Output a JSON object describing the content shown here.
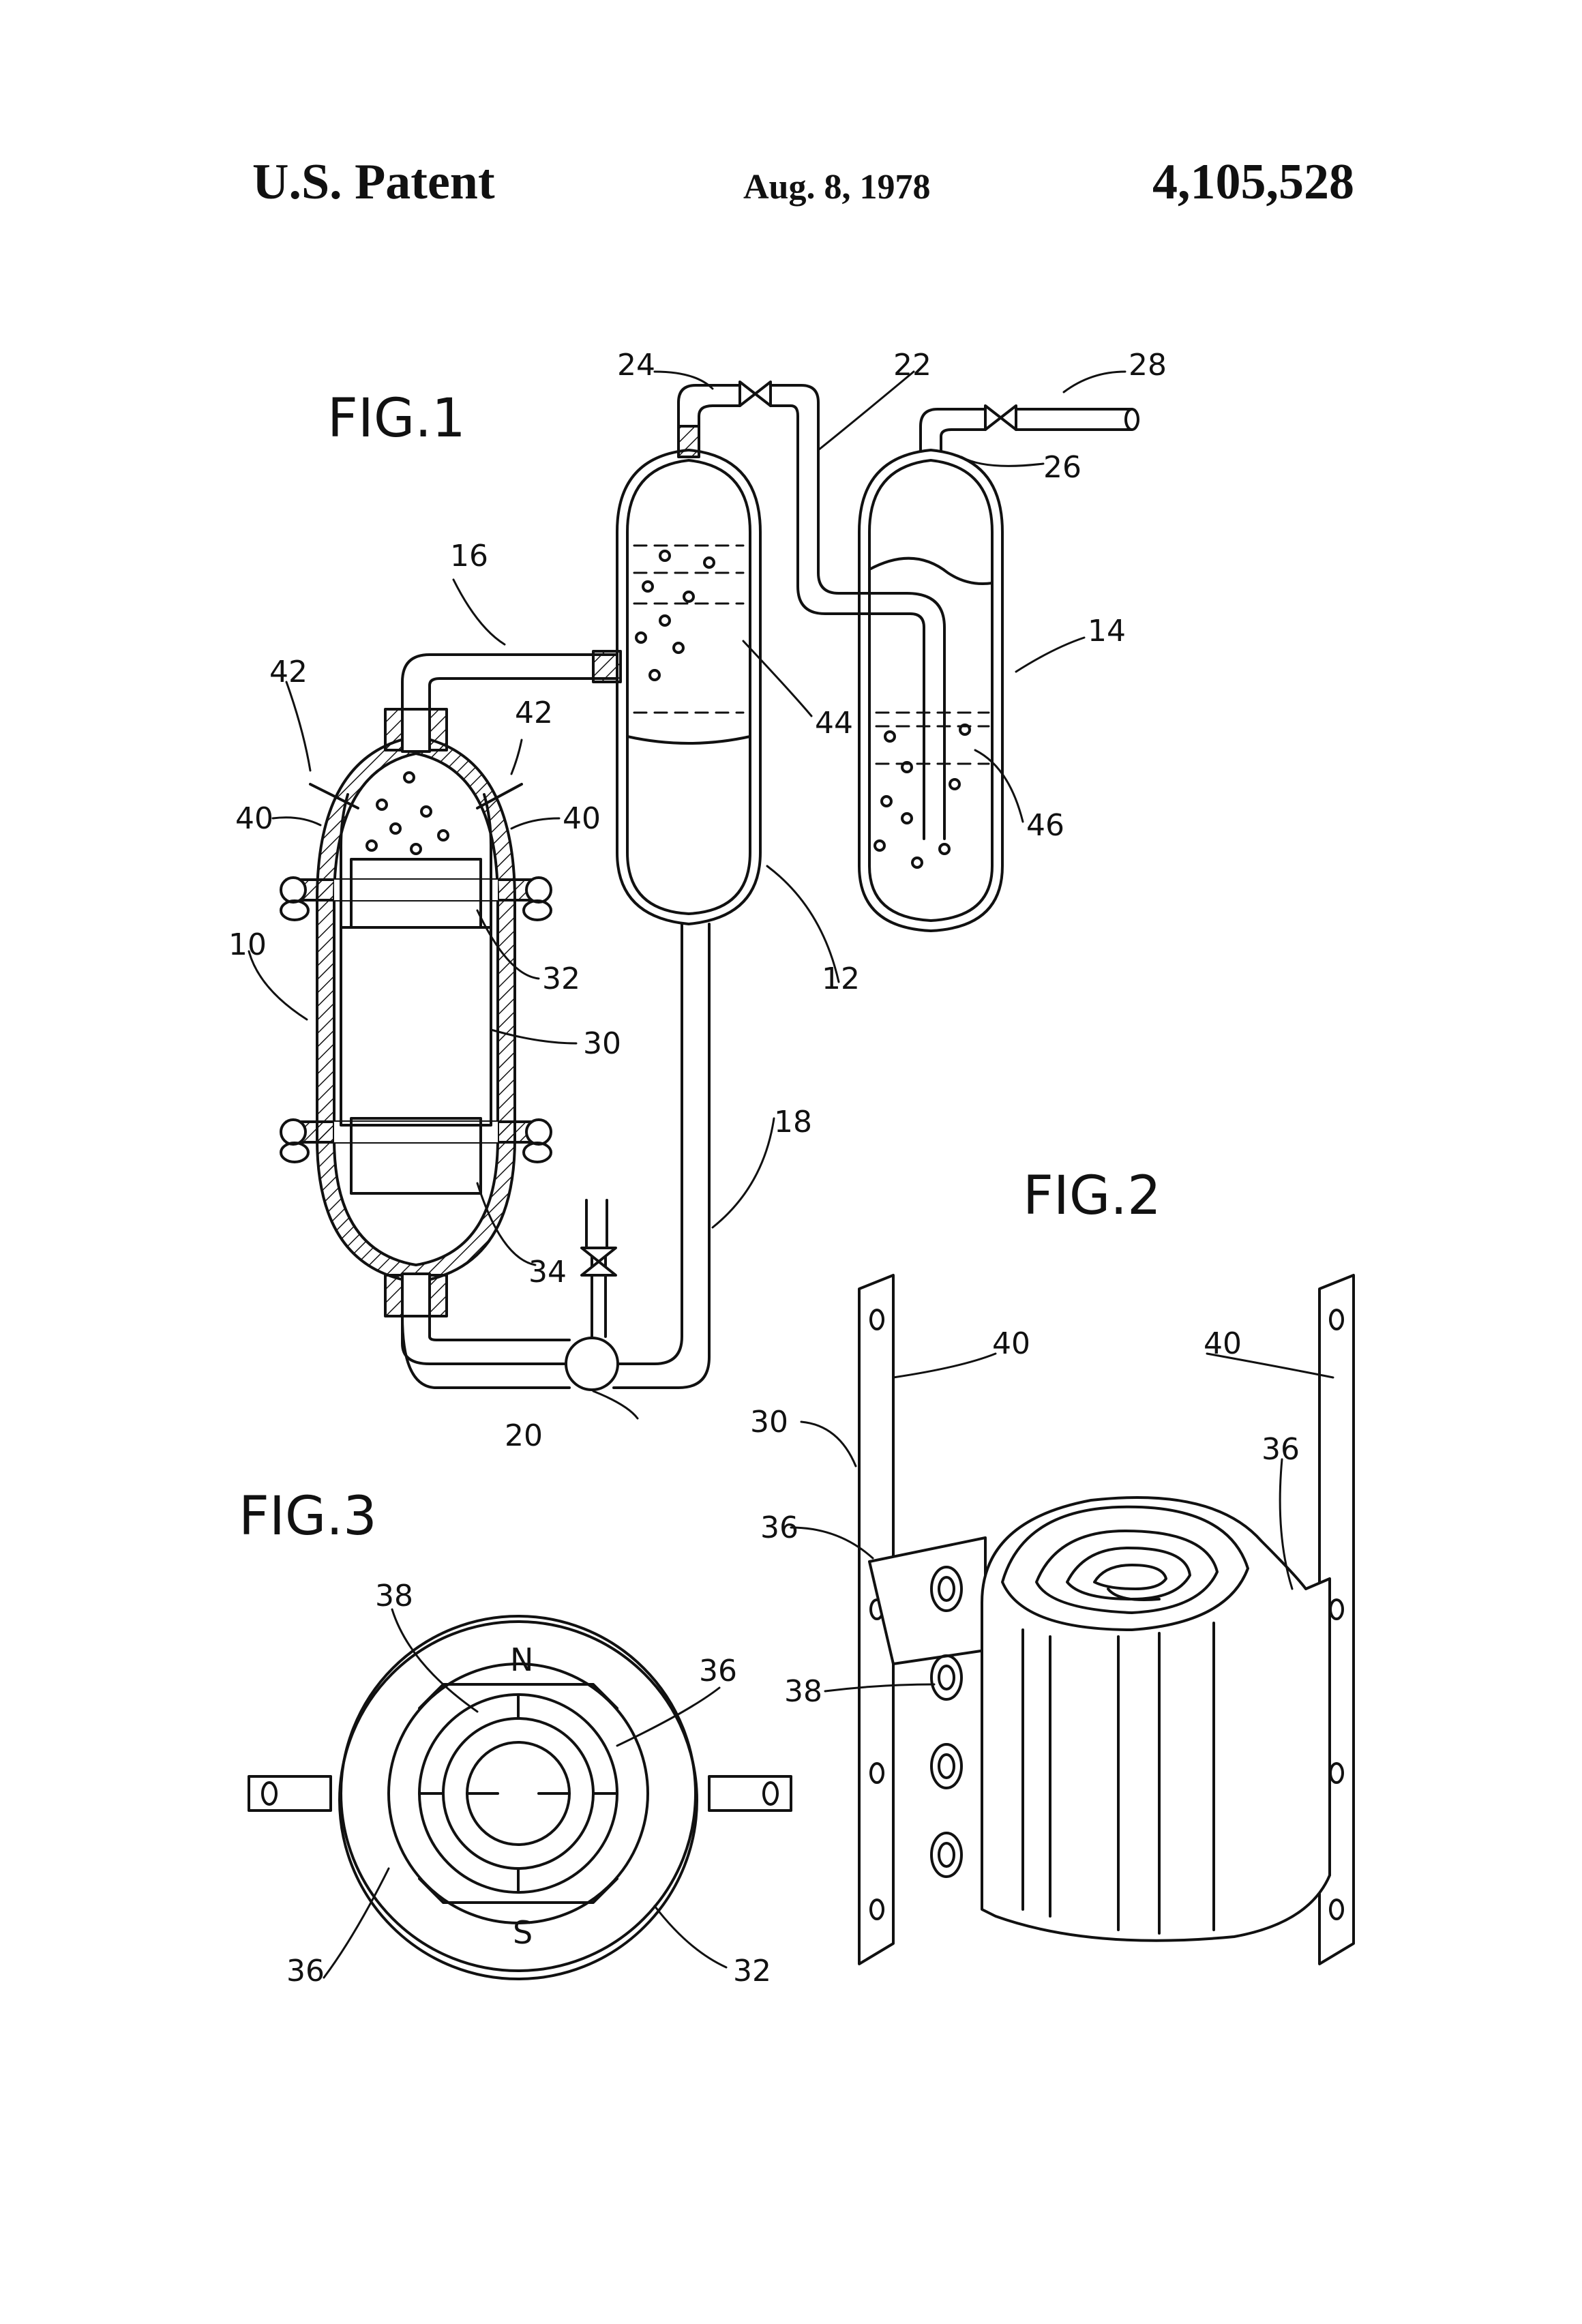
{
  "header": {
    "left": "U.S. Patent",
    "date": "Aug. 8, 1978",
    "number": "4,105,528"
  },
  "figures": {
    "fig1": "FIG.1",
    "fig2": "FIG.2",
    "fig3": "FIG.3"
  },
  "ref_numerals": {
    "n10": "10",
    "n12": "12",
    "n14": "14",
    "n16": "16",
    "n18": "18",
    "n20": "20",
    "n22": "22",
    "n24": "24",
    "n26": "26",
    "n28": "28",
    "n30": "30",
    "n32": "32",
    "n34": "34",
    "n36": "36",
    "n38": "38",
    "n40": "40",
    "n42": "42",
    "n44": "44",
    "n46": "46"
  },
  "poles": {
    "north": "N",
    "south": "S"
  }
}
